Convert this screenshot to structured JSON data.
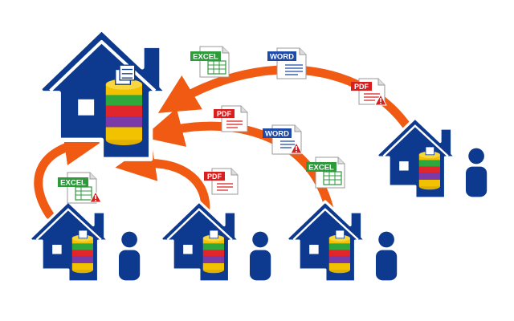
{
  "colors": {
    "house_blue": "#0d3a8e",
    "arrow_orange": "#f05a12",
    "excel_green": "#2e9a3c",
    "word_blue": "#1f4aa6",
    "pdf_red": "#d81f1f",
    "warning_red": "#d42020",
    "stack_yellow": "#f2c200",
    "stack_green": "#2ea83a",
    "stack_red": "#e0262a",
    "stack_purple": "#7a3aa8"
  },
  "hub": {
    "icon": "central-server-house-icon"
  },
  "branches": [
    {
      "icon": "branch-house-icon",
      "user_icon": "user-icon"
    },
    {
      "icon": "branch-house-icon",
      "user_icon": "user-icon"
    },
    {
      "icon": "branch-house-icon",
      "user_icon": "user-icon"
    },
    {
      "icon": "branch-house-icon",
      "user_icon": "user-icon"
    }
  ],
  "documents": [
    {
      "type": "excel",
      "label": "EXCEL",
      "warning": false
    },
    {
      "type": "word",
      "label": "WORD",
      "warning": false
    },
    {
      "type": "pdf",
      "label": "PDF",
      "warning": true
    },
    {
      "type": "pdf",
      "label": "PDF",
      "warning": false
    },
    {
      "type": "word",
      "label": "WORD",
      "warning": true
    },
    {
      "type": "excel",
      "label": "EXCEL",
      "warning": false
    },
    {
      "type": "excel",
      "label": "EXCEL",
      "warning": true
    },
    {
      "type": "pdf",
      "label": "PDF",
      "warning": false
    }
  ]
}
